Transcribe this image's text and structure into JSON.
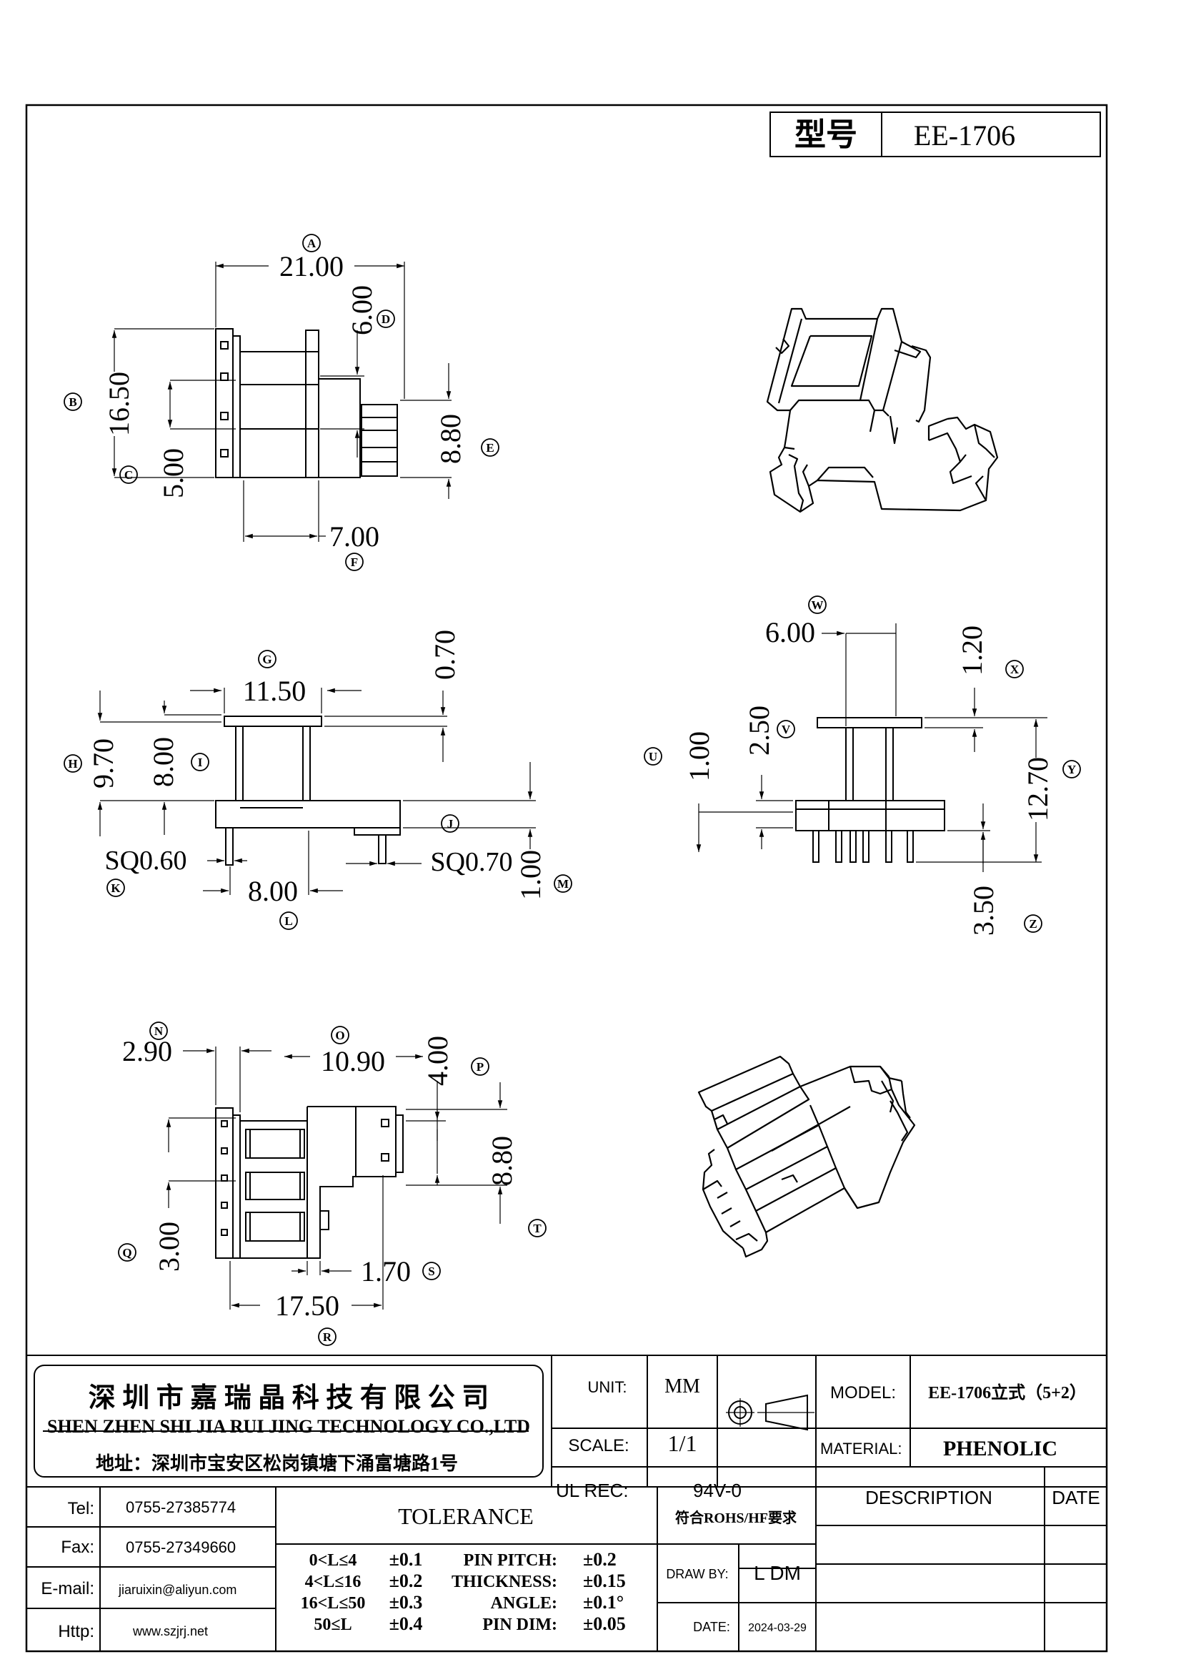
{
  "model_box": {
    "label": "型号",
    "value": "EE-1706"
  },
  "dimensions": {
    "top_view": {
      "A": "21.00",
      "B": "16.50",
      "C": "5.00",
      "D": "6.00",
      "E": "8.80",
      "F": "7.00"
    },
    "front_view": {
      "G": "11.50",
      "H": "9.70",
      "I": "8.00",
      "top_gap": "0.70",
      "K": "SQ0.60",
      "J": "SQ0.70",
      "L": "8.00",
      "M": "1.00"
    },
    "side_view": {
      "W": "6.00",
      "X": "1.20",
      "V": "2.50",
      "U": "1.00",
      "Y": "12.70",
      "Z": "3.50"
    },
    "bottom_view": {
      "N": "2.90",
      "O": "10.90",
      "P": "4.00",
      "T": "8.80",
      "Q": "3.00",
      "S": "1.70",
      "R": "17.50"
    }
  },
  "labels": {
    "A": "A",
    "B": "B",
    "C": "C",
    "D": "D",
    "E": "E",
    "F": "F",
    "G": "G",
    "H": "H",
    "I": "I",
    "J": "J",
    "K": "K",
    "L": "L",
    "M": "M",
    "N": "N",
    "O": "O",
    "P": "P",
    "Q": "Q",
    "R": "R",
    "S": "S",
    "T": "T",
    "U": "U",
    "V": "V",
    "W": "W",
    "X": "X",
    "Y": "Y",
    "Z": "Z"
  },
  "title_block": {
    "company_cn": "深 圳 市 嘉 瑞 晶 科 技 有 限 公 司",
    "company_en": "SHEN ZHEN SHI  JIA RUI JING  TECHNOLOGY CO.,LTD",
    "address": "地址：深圳市宝安区松岗镇塘下涌富塘路1号",
    "unit_label": "UNIT:",
    "unit_value": "MM",
    "scale_label": "SCALE:",
    "scale_value": "1/1",
    "ul_label": "UL REC:",
    "ul_value": "94V-0",
    "model_label": "MODEL:",
    "model_value": "EE-1706立式（5+2）",
    "material_label": "MATERIAL:",
    "material_value": "PHENOLIC",
    "description_label": "DESCRIPTION",
    "date_label": "DATE",
    "contacts": [
      {
        "label": "Tel:",
        "value": "0755-27385774"
      },
      {
        "label": "Fax:",
        "value": "0755-27349660"
      },
      {
        "label": "E-mail:",
        "value": "jiaruixin@aliyun.com"
      },
      {
        "label": "Http:",
        "value": "www.szjrj.net"
      }
    ],
    "tolerance_label": "TOLERANCE",
    "tolerance_ranges": [
      {
        "range": "0<L≤4",
        "value": "±0.1"
      },
      {
        "range": "4<L≤16",
        "value": "±0.2"
      },
      {
        "range": "16<L≤50",
        "value": "±0.3"
      },
      {
        "range": "50≤L",
        "value": "±0.4"
      }
    ],
    "tolerance_other": [
      {
        "name": "PIN PITCH:",
        "value": "±0.2"
      },
      {
        "name": "THICKNESS:",
        "value": "±0.15"
      },
      {
        "name": "ANGLE:",
        "value": "±0.1°"
      },
      {
        "name": "PIN DIM:",
        "value": "±0.05"
      }
    ],
    "rohs": "符合ROHS/HF要求",
    "draw_by_label": "DRAW BY:",
    "draw_by_value": "L DM",
    "date_label2": "DATE:",
    "date_value": "2024-03-29"
  }
}
